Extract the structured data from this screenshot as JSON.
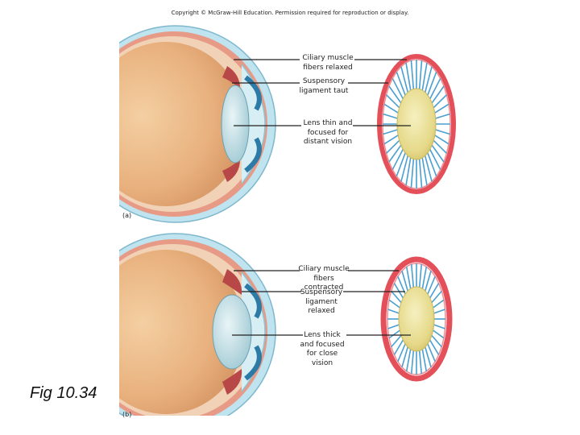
{
  "copyright": "Copyright © McGraw-Hill Education. Permission required for reproduction or display.",
  "panel_a": {
    "tag": "(a)",
    "ciliary": "Ciliary muscle fibers relaxed",
    "suspensory": "Suspensory ligament taut",
    "lens": "Lens thin and focused for distant vision"
  },
  "panel_b": {
    "tag": "(b)",
    "ciliary": "Ciliary muscle fibers contracted",
    "suspensory": "Suspensory ligament relaxed",
    "lens": "Lens thick and focused for close vision"
  },
  "caption": "Fig 10.34",
  "colors": {
    "sclera": "#bfe3ef",
    "eyeball": "#e9b98a",
    "ciliary_ring": "#e4505a",
    "lens": "#e8df93",
    "ligament": "#4a9fd0"
  }
}
